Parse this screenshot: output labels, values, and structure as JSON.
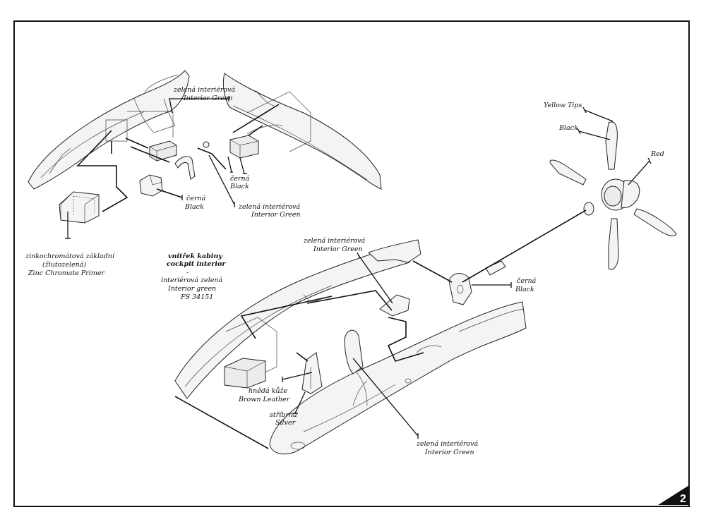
{
  "page_number": "2",
  "labels": {
    "top_center_green": {
      "cz": "zelená interiérová",
      "en": "Interior Green"
    },
    "left_black": {
      "cz": "černá",
      "en": "Black"
    },
    "left_green": {
      "cz": "zelená interiérová",
      "en": "Interior Green"
    },
    "right_black": {
      "cz": "černá",
      "en": "Black"
    },
    "zinc": {
      "cz1": "zinkochromátová základní",
      "cz2": "(žlutozelená)",
      "en": "Zinc Chromate Primer"
    },
    "cockpit": {
      "cz": "vnitřek kabiny",
      "en": "cockpit interior",
      "dash": "-",
      "cz2": "interiérová zelená",
      "en2": "Interior green",
      "fs": "FS 34151"
    },
    "fuse_green_top": {
      "cz": "zelená interiérová",
      "en": "Interior Green"
    },
    "spinner_black": {
      "cz": "černá",
      "en": "Black"
    },
    "prop_yellow": {
      "en": "Yellow Tips"
    },
    "prop_black": {
      "en": "Black"
    },
    "prop_red": {
      "en": "Red"
    },
    "leather": {
      "cz": "hnědá kůže",
      "en": "Brown Leather"
    },
    "silver": {
      "cz": "stříbrná",
      "en": "Silver"
    },
    "fuse_green_bottom": {
      "cz": "zelená interiérová",
      "en": "Interior Green"
    }
  }
}
